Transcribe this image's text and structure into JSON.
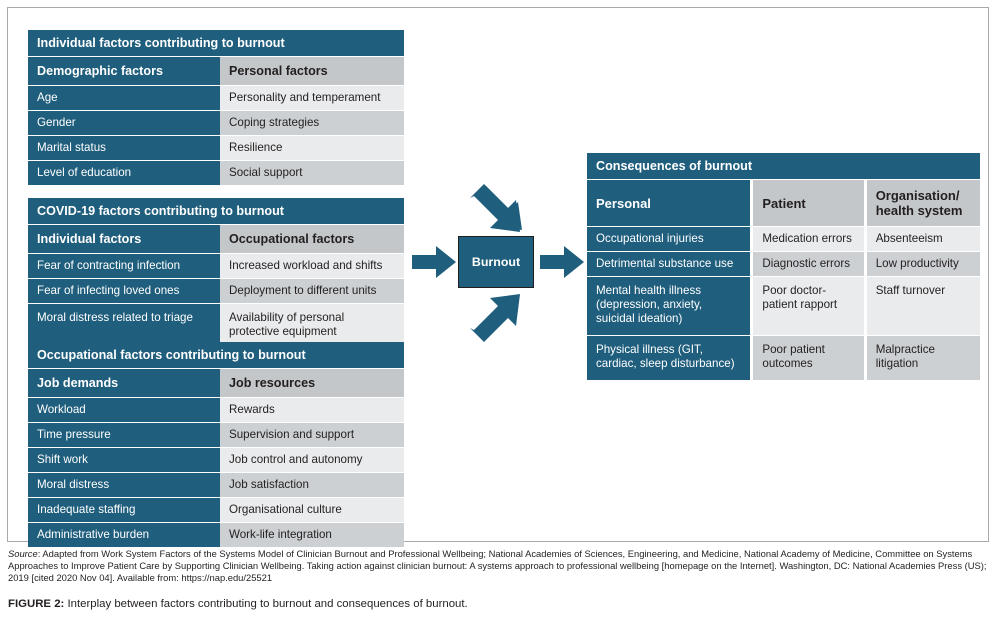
{
  "figure": {
    "caption_label": "FIGURE 2:",
    "caption_text": " Interplay between factors contributing to burnout and consequences of burnout.",
    "source_label": "Source",
    "source_text": ": Adapted from Work System Factors of the Systems Model of Clinician Burnout and Professional Wellbeing; National Academies of Sciences, Engineering, and Medicine, National Academy of Medicine, Committee on Systems Approaches to Improve Patient Care by Supporting Clinician Wellbeing. Taking action against clinician burnout: A systems approach to professional wellbeing [homepage on the Internet]. Washington, DC: National Academies Press (US); 2019 [cited 2020 Nov 04]. Available from: https://nap.edu/25521"
  },
  "colors": {
    "teal": "#1f5e7d",
    "grey_light": "#e9ebec",
    "grey_mid": "#ccd0d3",
    "grey_header": "#c3c7c9",
    "frame_border": "#a7a9ac",
    "text": "#231f20"
  },
  "center": {
    "burnout_label": "Burnout"
  },
  "individual": {
    "title": "Individual factors contributing to burnout",
    "headers": [
      "Demographic factors",
      "Personal factors"
    ],
    "rows": [
      [
        "Age",
        "Personality and temperament"
      ],
      [
        "Gender",
        "Coping strategies"
      ],
      [
        "Marital status",
        "Resilience"
      ],
      [
        "Level of education",
        "Social support"
      ]
    ]
  },
  "covid": {
    "title": "COVID-19 factors contributing to burnout",
    "headers": [
      "Individual factors",
      "Occupational factors"
    ],
    "rows": [
      [
        "Fear of contracting infection",
        "Increased workload and shifts"
      ],
      [
        "Fear of infecting loved ones",
        "Deployment to different units"
      ],
      [
        "Moral distress related to triage",
        "Availability of personal protective equipment"
      ]
    ]
  },
  "occupational": {
    "title": "Occupational factors contributing to burnout",
    "headers": [
      "Job demands",
      "Job resources"
    ],
    "rows": [
      [
        "Workload",
        "Rewards"
      ],
      [
        "Time pressure",
        "Supervision and support"
      ],
      [
        "Shift work",
        "Job control and autonomy"
      ],
      [
        "Moral distress",
        "Job satisfaction"
      ],
      [
        "Inadequate staffing",
        "Organisational culture"
      ],
      [
        "Administrative burden",
        "Work-life integration"
      ]
    ]
  },
  "consequences": {
    "title": "Consequences of burnout",
    "headers": [
      "Personal",
      "Patient",
      "Organisation/\nhealth system"
    ],
    "headers_flat": [
      "Personal",
      "Patient",
      "Organisation/ health system"
    ],
    "rows": [
      [
        "Occupational injuries",
        "Medication errors",
        "Absenteeism"
      ],
      [
        "Detrimental substance use",
        "Diagnostic errors",
        "Low productivity"
      ],
      [
        "Mental health illness (depression, anxiety, suicidal ideation)",
        "Poor doctor-patient rapport",
        "Staff turnover"
      ],
      [
        "Physical illness (GIT, cardiac, sleep disturbance)",
        "Poor patient outcomes",
        "Malpractice litigation"
      ]
    ]
  },
  "arrows": [
    {
      "name": "arrow-individual-to-burnout",
      "direction": "down-right"
    },
    {
      "name": "arrow-covid-to-burnout",
      "direction": "right"
    },
    {
      "name": "arrow-occupational-to-burnout",
      "direction": "up-right"
    },
    {
      "name": "arrow-burnout-to-consequences",
      "direction": "right"
    }
  ]
}
